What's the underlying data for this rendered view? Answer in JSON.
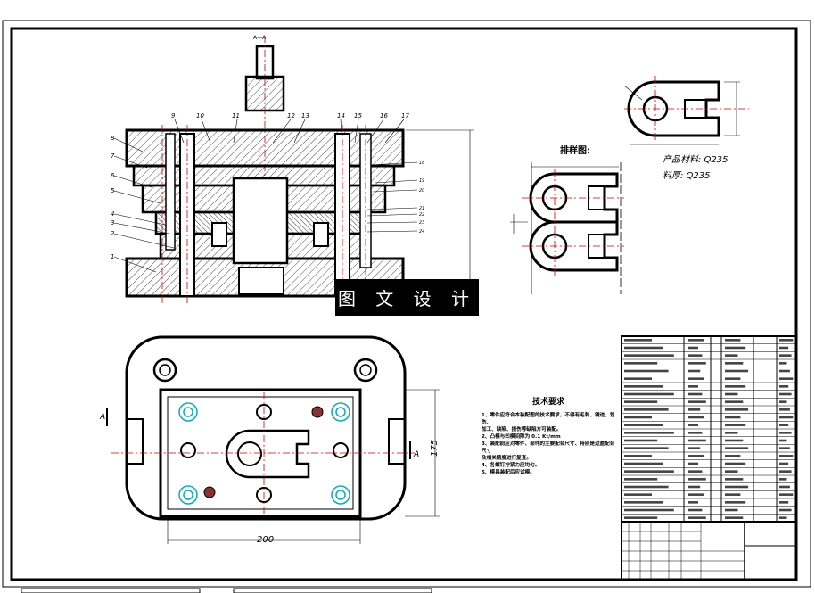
{
  "section_label": "A—A",
  "part_numbers": [
    "1",
    "2",
    "3",
    "4",
    "5",
    "6",
    "7",
    "8",
    "9",
    "10",
    "11",
    "12",
    "13",
    "14",
    "15",
    "16",
    "17",
    "18",
    "19",
    "20",
    "21",
    "22",
    "23",
    "24"
  ],
  "blank_layout_title": "排样图:",
  "product_material_label": "产品材料: Q235",
  "stock_label": "料厚: Q235",
  "watermark": "图 文 设 计",
  "dim_top": "200",
  "dim_side": "175",
  "section_marker_letter": "A",
  "tech_title": "技术要求",
  "tech_items": [
    "1、零件应符合本装配图的技术要求，不得有毛刺、锈迹、划伤、",
    "   加工、缺陷、损伤等缺陷方可装配。",
    "2、凸模与凹模间隙为 0.1 Kt/mm",
    "3、装配前应对零件、部件的主要配合尺寸、特别是过盈配合尺寸",
    "   及相关精度进行复查。",
    "4、各螺钉拧紧力应均匀。",
    "5、模具装配后应试模。"
  ]
}
